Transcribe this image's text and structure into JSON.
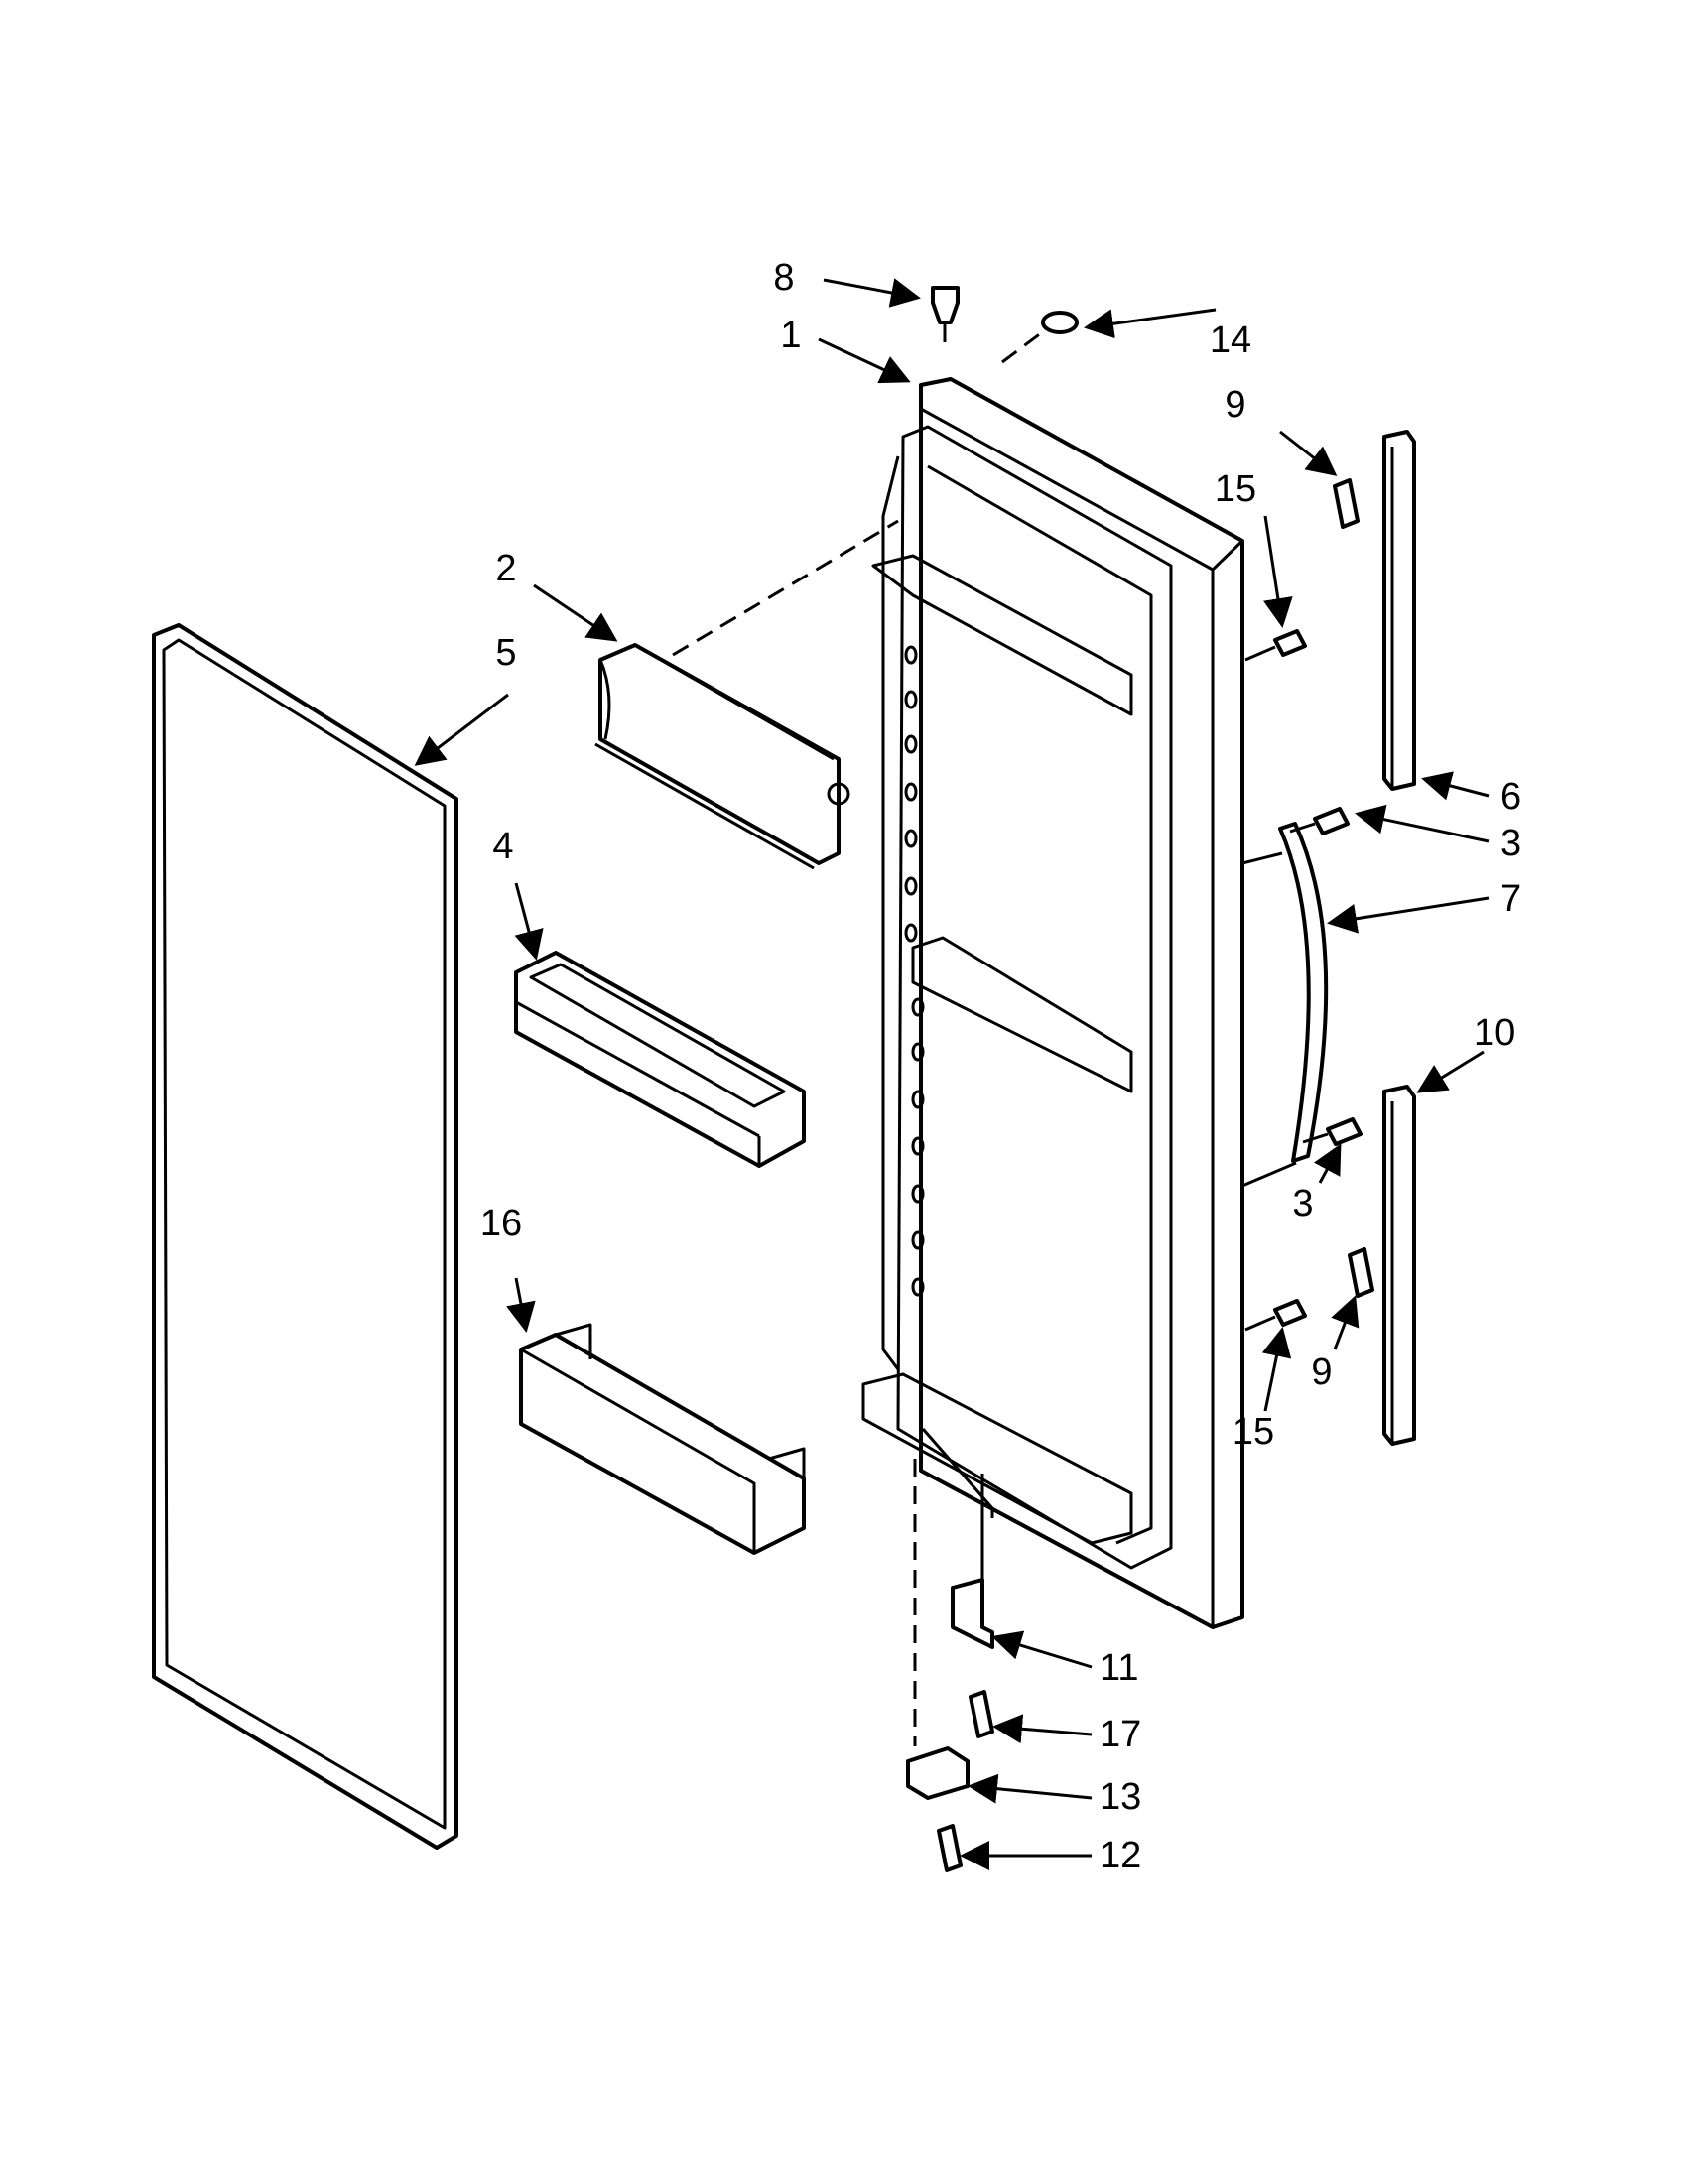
{
  "diagram": {
    "callouts": [
      "1",
      "2",
      "3",
      "3",
      "4",
      "5",
      "6",
      "7",
      "8",
      "9",
      "9",
      "10",
      "11",
      "12",
      "13",
      "14",
      "15",
      "15",
      "16",
      "17"
    ]
  }
}
